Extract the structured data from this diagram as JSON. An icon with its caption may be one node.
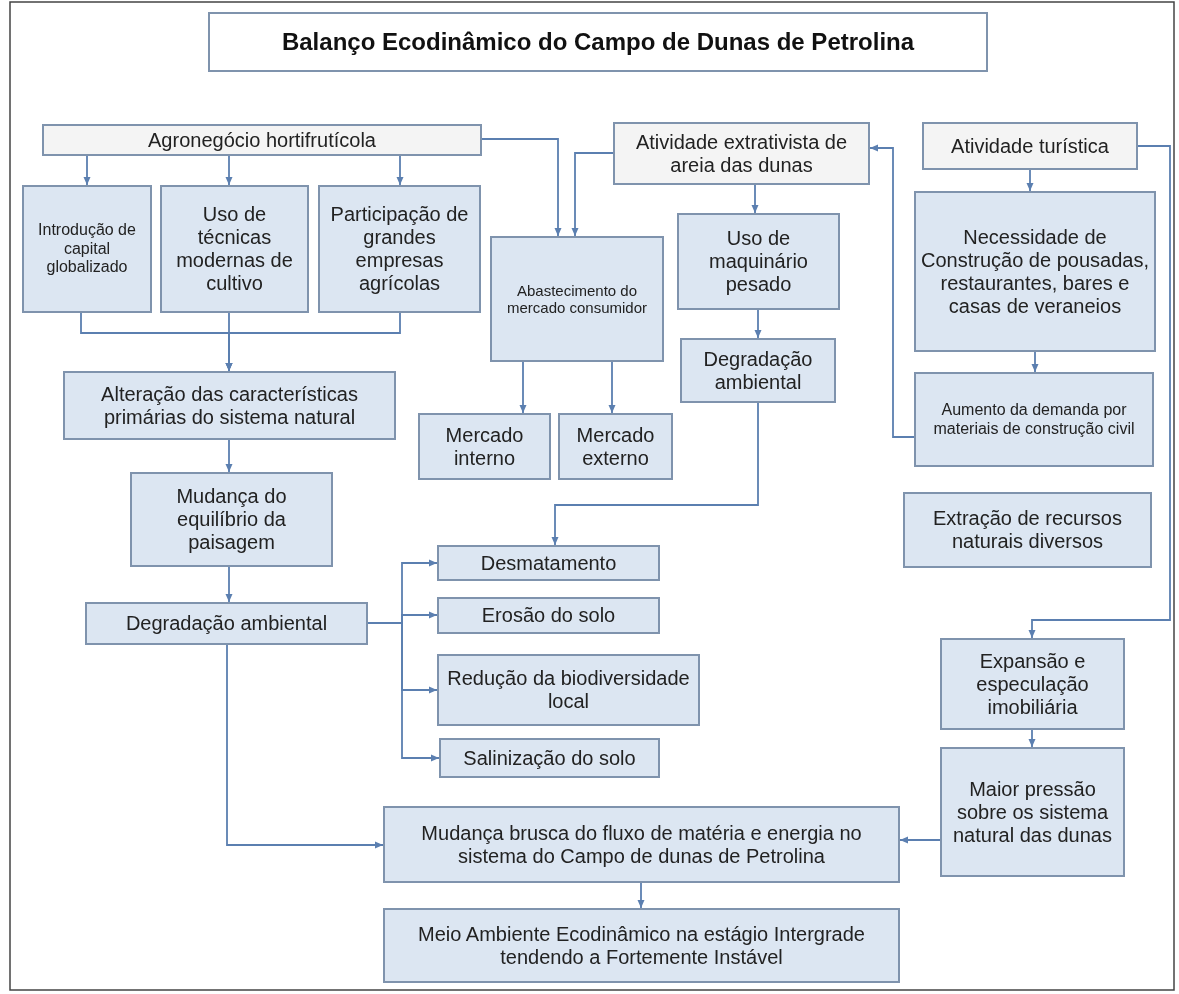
{
  "diagram": {
    "title": "Balanço Ecodinâmico do Campo de Dunas de Petrolina",
    "nodes": [
      {
        "text": [
          "Agronegócio hortifrutícola"
        ]
      },
      {
        "text": [
          "Introdução de capital globalizado"
        ]
      },
      {
        "text": [
          "Uso de técnicas modernas de cultivo"
        ]
      },
      {
        "text": [
          "Participação de grandes empresas agrícolas"
        ]
      },
      {
        "text": [
          "Alteração das características primárias do sistema natural"
        ]
      },
      {
        "text": [
          "Mudança do equilíbrio da paisagem"
        ]
      },
      {
        "text": [
          "Degradação ambiental"
        ]
      },
      {
        "text": [
          "Atividade extrativista de areia das dunas"
        ]
      },
      {
        "text": [
          "Abastecimento do mercado consumidor"
        ]
      },
      {
        "text": [
          "Uso de maquinário pesado"
        ]
      },
      {
        "text": [
          "Degradação ambiental"
        ]
      },
      {
        "text": [
          "Mercado interno"
        ]
      },
      {
        "text": [
          "Mercado externo"
        ]
      },
      {
        "text": [
          "Atividade turística"
        ]
      },
      {
        "text": [
          "Necessidade de Construção de pousadas, restaurantes, bares e casas de veraneios"
        ]
      },
      {
        "text": [
          "Aumento da demanda por materiais de construção civil"
        ]
      },
      {
        "text": [
          "Extração de recursos naturais diversos"
        ]
      },
      {
        "text": [
          "Desmatamento"
        ]
      },
      {
        "text": [
          "Erosão do solo"
        ]
      },
      {
        "text": [
          "Redução da biodiversidade local"
        ]
      },
      {
        "text": [
          "Salinização do solo"
        ]
      },
      {
        "text": [
          "Expansão e especulação imobiliária"
        ]
      },
      {
        "text": [
          "Maior pressão sobre os sistema natural das dunas"
        ]
      },
      {
        "text": [
          "Mudança brusca do fluxo de matéria e energia no sistema do Campo de dunas de Petrolina"
        ]
      },
      {
        "text": [
          "Meio Ambiente Ecodinâmico na estágio Intergrade tendendo a Fortemente Instável"
        ]
      }
    ],
    "edges": [
      {
        "from": 0,
        "to": 1,
        "arrow": "to"
      },
      {
        "from": 0,
        "to": 2,
        "arrow": "to"
      },
      {
        "from": 0,
        "to": 3,
        "arrow": "to"
      },
      {
        "from": 1,
        "to": 4,
        "arrow": "to"
      },
      {
        "from": 2,
        "to": 4,
        "arrow": "to"
      },
      {
        "from": 3,
        "to": 4,
        "arrow": "to"
      },
      {
        "from": 0,
        "to": 8,
        "arrow": "to"
      },
      {
        "from": 7,
        "to": 8,
        "arrow": "to"
      },
      {
        "from": 7,
        "to": 9,
        "arrow": "to"
      },
      {
        "from": 9,
        "to": 10,
        "arrow": "to"
      },
      {
        "from": 8,
        "to": 11,
        "arrow": "to"
      },
      {
        "from": 8,
        "to": 12,
        "arrow": "to"
      },
      {
        "from": 4,
        "to": 5,
        "arrow": "to"
      },
      {
        "from": 5,
        "to": 6,
        "arrow": "to"
      },
      {
        "from": 10,
        "to": 17,
        "arrow": "to"
      },
      {
        "from": 6,
        "to": 17,
        "arrow": "to"
      },
      {
        "from": 6,
        "to": 18,
        "arrow": "to"
      },
      {
        "from": 6,
        "to": 19,
        "arrow": "to"
      },
      {
        "from": 6,
        "to": 20,
        "arrow": "to"
      },
      {
        "from": 6,
        "to": 23,
        "arrow": "to"
      },
      {
        "from": 13,
        "to": 14,
        "arrow": "to"
      },
      {
        "from": 14,
        "to": 15,
        "arrow": "to"
      },
      {
        "from": 15,
        "to": 7,
        "arrow": "to"
      },
      {
        "from": 13,
        "to": 21,
        "arrow": "to"
      },
      {
        "from": 21,
        "to": 22,
        "arrow": "to"
      },
      {
        "from": 22,
        "to": 23,
        "arrow": "to"
      },
      {
        "from": 23,
        "to": 24,
        "arrow": "to"
      }
    ]
  }
}
